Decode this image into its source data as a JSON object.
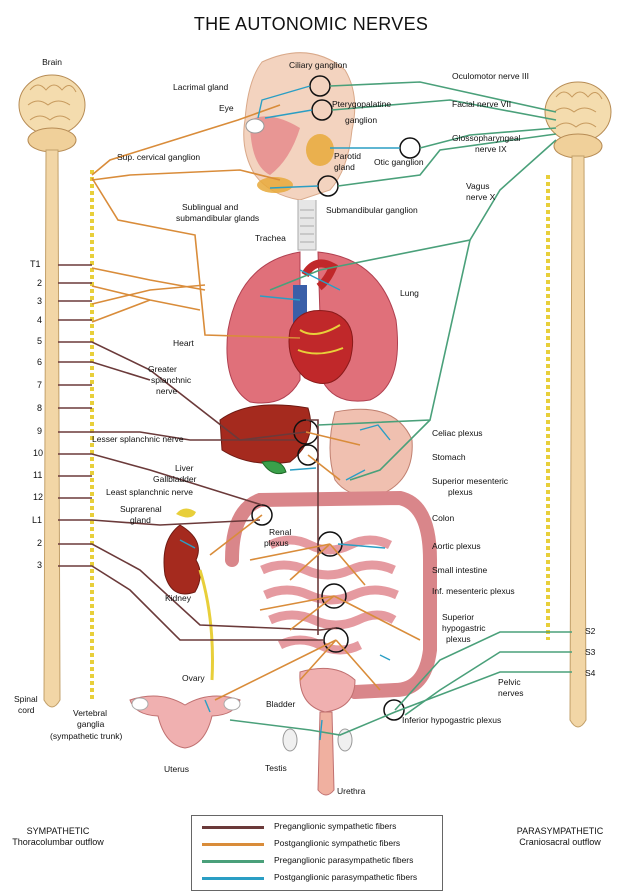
{
  "title": "THE AUTONOMIC NERVES",
  "colors": {
    "preganglionic_sympathetic": "#6b3a3a",
    "postganglionic_sympathetic": "#d98c3a",
    "preganglionic_parasympathetic": "#4aa07a",
    "postganglionic_parasympathetic": "#2a9ec4",
    "spinal_cord": "#f2d6a6",
    "ganglia": "#e8cf3a",
    "lung": "#e0707a",
    "liver": "#a52a1e",
    "intestine": "#d9868a",
    "skin": "#f3d3bf"
  },
  "labels": {
    "brain": "Brain",
    "ciliary_ganglion": "Ciliary ganglion",
    "lacrimal_gland": "Lacrimal gland",
    "eye": "Eye",
    "pterygopalatine": "Pterygopalatine",
    "ganglion": "ganglion",
    "oculomotor": "Oculomotor nerve III",
    "facial": "Facial nerve VII",
    "glossopharyngeal": "Glossopharyngeal",
    "nerve_ix": "nerve IX",
    "sup_cervical": "Sup. cervical ganglion",
    "parotid": "Parotid",
    "gland": "gland",
    "otic": "Otic ganglion",
    "vagus": "Vagus",
    "nerve_x": "nerve X",
    "sublingual": "Sublingual and",
    "submandibular_glands": "submandibular glands",
    "submandibular_ganglion": "Submandibular ganglion",
    "trachea": "Trachea",
    "lung": "Lung",
    "heart": "Heart",
    "greater": "Greater",
    "splanchnic": "splanchnic",
    "nerve": "nerve",
    "lesser": "Lesser splanchnic nerve",
    "celiac": "Celiac plexus",
    "stomach": "Stomach",
    "liver": "Liver",
    "gallbladder": "Gallbladder",
    "least": "Least splanchnic nerve",
    "sup_mesenteric": "Superior mesenteric",
    "plexus": "plexus",
    "suprarenal": "Suprarenal",
    "suprarenal_gland": "gland",
    "renal": "Renal",
    "renal_plexus": "plexus",
    "colon": "Colon",
    "aortic": "Aortic plexus",
    "small_intestine": "Small intestine",
    "inf_mesenteric": "Inf. mesenteric plexus",
    "kidney": "Kidney",
    "superior": "Superior",
    "hypogastric": "hypogastric",
    "hypo_plexus": "plexus",
    "s2": "S2",
    "s3": "S3",
    "s4": "S4",
    "pelvic": "Pelvic",
    "nerves": "nerves",
    "ovary": "Ovary",
    "bladder": "Bladder",
    "spinal": "Spinal",
    "cord": "cord",
    "vertebral": "Vertebral",
    "ganglia": "ganglia",
    "trunk": "(sympathetic trunk)",
    "inferior_hypo": "Inferior hypogastric plexus",
    "uterus": "Uterus",
    "testis": "Testis",
    "urethra": "Urethra",
    "sympathetic": "SYMPATHETIC",
    "thoracolumbar": "Thoracolumbar outflow",
    "parasympathetic": "PARASYMPATHETIC",
    "craniosacral": "Craniosacral outflow"
  },
  "segments": [
    "T1",
    "2",
    "3",
    "4",
    "5",
    "6",
    "7",
    "8",
    "9",
    "10",
    "11",
    "12",
    "L1",
    "2",
    "3"
  ],
  "legend": [
    {
      "label": "Preganglionic sympathetic fibers",
      "color": "#6b3a3a"
    },
    {
      "label": "Postganglionic sympathetic fibers",
      "color": "#d98c3a"
    },
    {
      "label": "Preganglionic parasympathetic fibers",
      "color": "#4aa07a"
    },
    {
      "label": "Postganglionic parasympathetic fibers",
      "color": "#2a9ec4"
    }
  ]
}
